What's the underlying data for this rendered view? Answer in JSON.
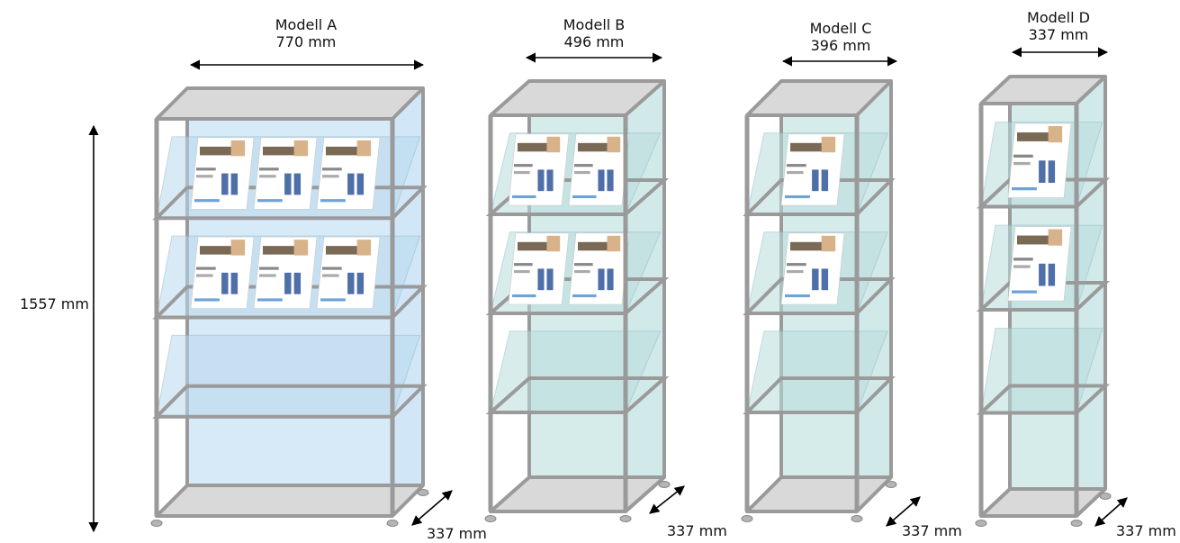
{
  "height_label": "1557 mm",
  "models": [
    {
      "name": "Modell A",
      "width": "770 mm",
      "depth": "337 mm",
      "fill": "#cfe6f7",
      "shelf_fill": "#b9d9ee"
    },
    {
      "name": "Modell B",
      "width": "496 mm",
      "depth": "337 mm",
      "fill": "#cfe9e8",
      "shelf_fill": "#b8dddc"
    },
    {
      "name": "Modell C",
      "width": "396 mm",
      "depth": "337 mm",
      "fill": "#cfe9e8",
      "shelf_fill": "#b8dddc"
    },
    {
      "name": "Modell D",
      "width": "337 mm",
      "depth": "337 mm",
      "fill": "#cfe9e8",
      "shelf_fill": "#b8dddc"
    }
  ],
  "colors": {
    "frame": "#9a9a9a",
    "top": "#d9d9d9",
    "arrow": "#000000"
  }
}
